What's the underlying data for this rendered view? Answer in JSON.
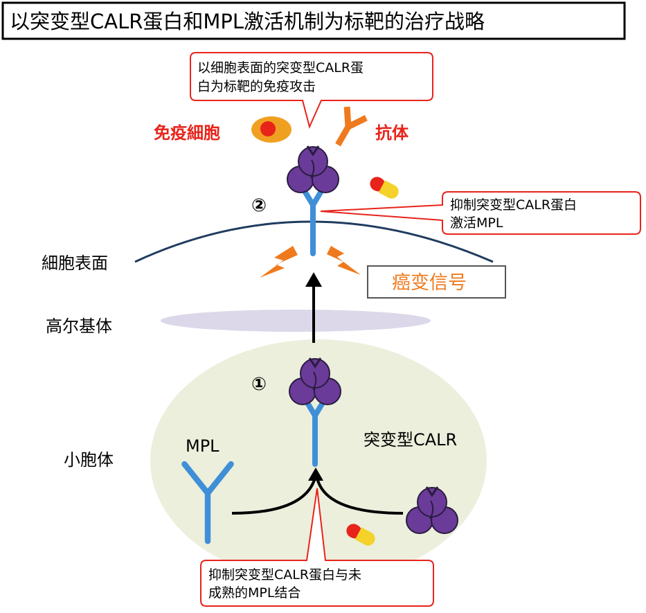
{
  "title": "以突变型CALR蛋白和MPL激活机制为标靶的治疗战略",
  "labels": {
    "cell_surface": "細胞表面",
    "golgi": "高尔基体",
    "er": "小胞体",
    "mpl": "MPL",
    "mutant_calr": "突变型CALR",
    "immune_cell": "免疫細胞",
    "antibody": "抗体",
    "cancer_signal": "癌变信号",
    "step1": "①",
    "step2": "②"
  },
  "callouts": {
    "immune_attack": [
      "以细胞表面的突变型CALR蛋",
      "白为标靶的免疫攻击"
    ],
    "inhibit_activation": [
      "抑制突变型CALR蛋白",
      "激活MPL"
    ],
    "inhibit_binding": [
      "抑制突变型CALR蛋白与未",
      "成熟的MPL结合"
    ]
  },
  "colors": {
    "calr_purple": "#6a3b98",
    "mpl_blue": "#3f8fd8",
    "callout_red": "#e8231a",
    "signal_orange": "#ef7a1d",
    "membrane_navy": "#1f3c5f",
    "er_fill": "#ecefdc",
    "golgi_fill": "#dcd8ea"
  }
}
